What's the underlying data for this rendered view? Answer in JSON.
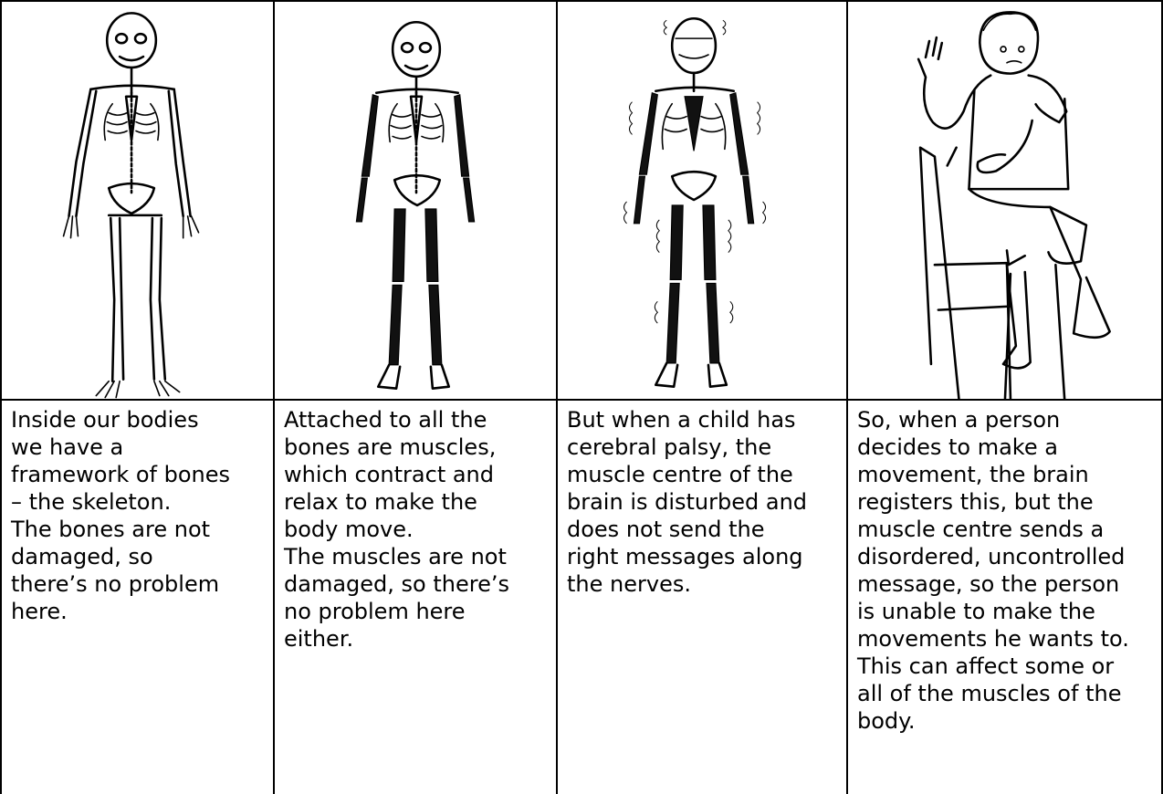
{
  "panels": [
    {
      "illustration": "skeleton-illustration",
      "text": "Inside our bodies\nwe have a\nframework of bones\n– the skeleton.\nThe bones are not\ndamaged, so\nthere’s no problem\nhere."
    },
    {
      "illustration": "skeleton-with-muscles-illustration",
      "text": "Attached to all the\nbones are muscles,\nwhich contract and\nrelax to make the\nbody move.\nThe muscles are not\ndamaged, so there’s\nno problem here\neither."
    },
    {
      "illustration": "disturbed-muscles-illustration",
      "text": "But when a child has\ncerebral palsy, the\nmuscle centre of the\nbrain is disturbed and\ndoes not send the\nright messages along\nthe nerves."
    },
    {
      "illustration": "seated-person-illustration",
      "text": "So, when a person\ndecides to make a\nmovement, the brain\nregisters this, but the\nmuscle centre sends a\ndisordered, uncontrolled\nmessage, so the person\nis unable to make the\nmovements he wants to.\nThis can affect some or\nall of the muscles of the\nbody."
    }
  ]
}
